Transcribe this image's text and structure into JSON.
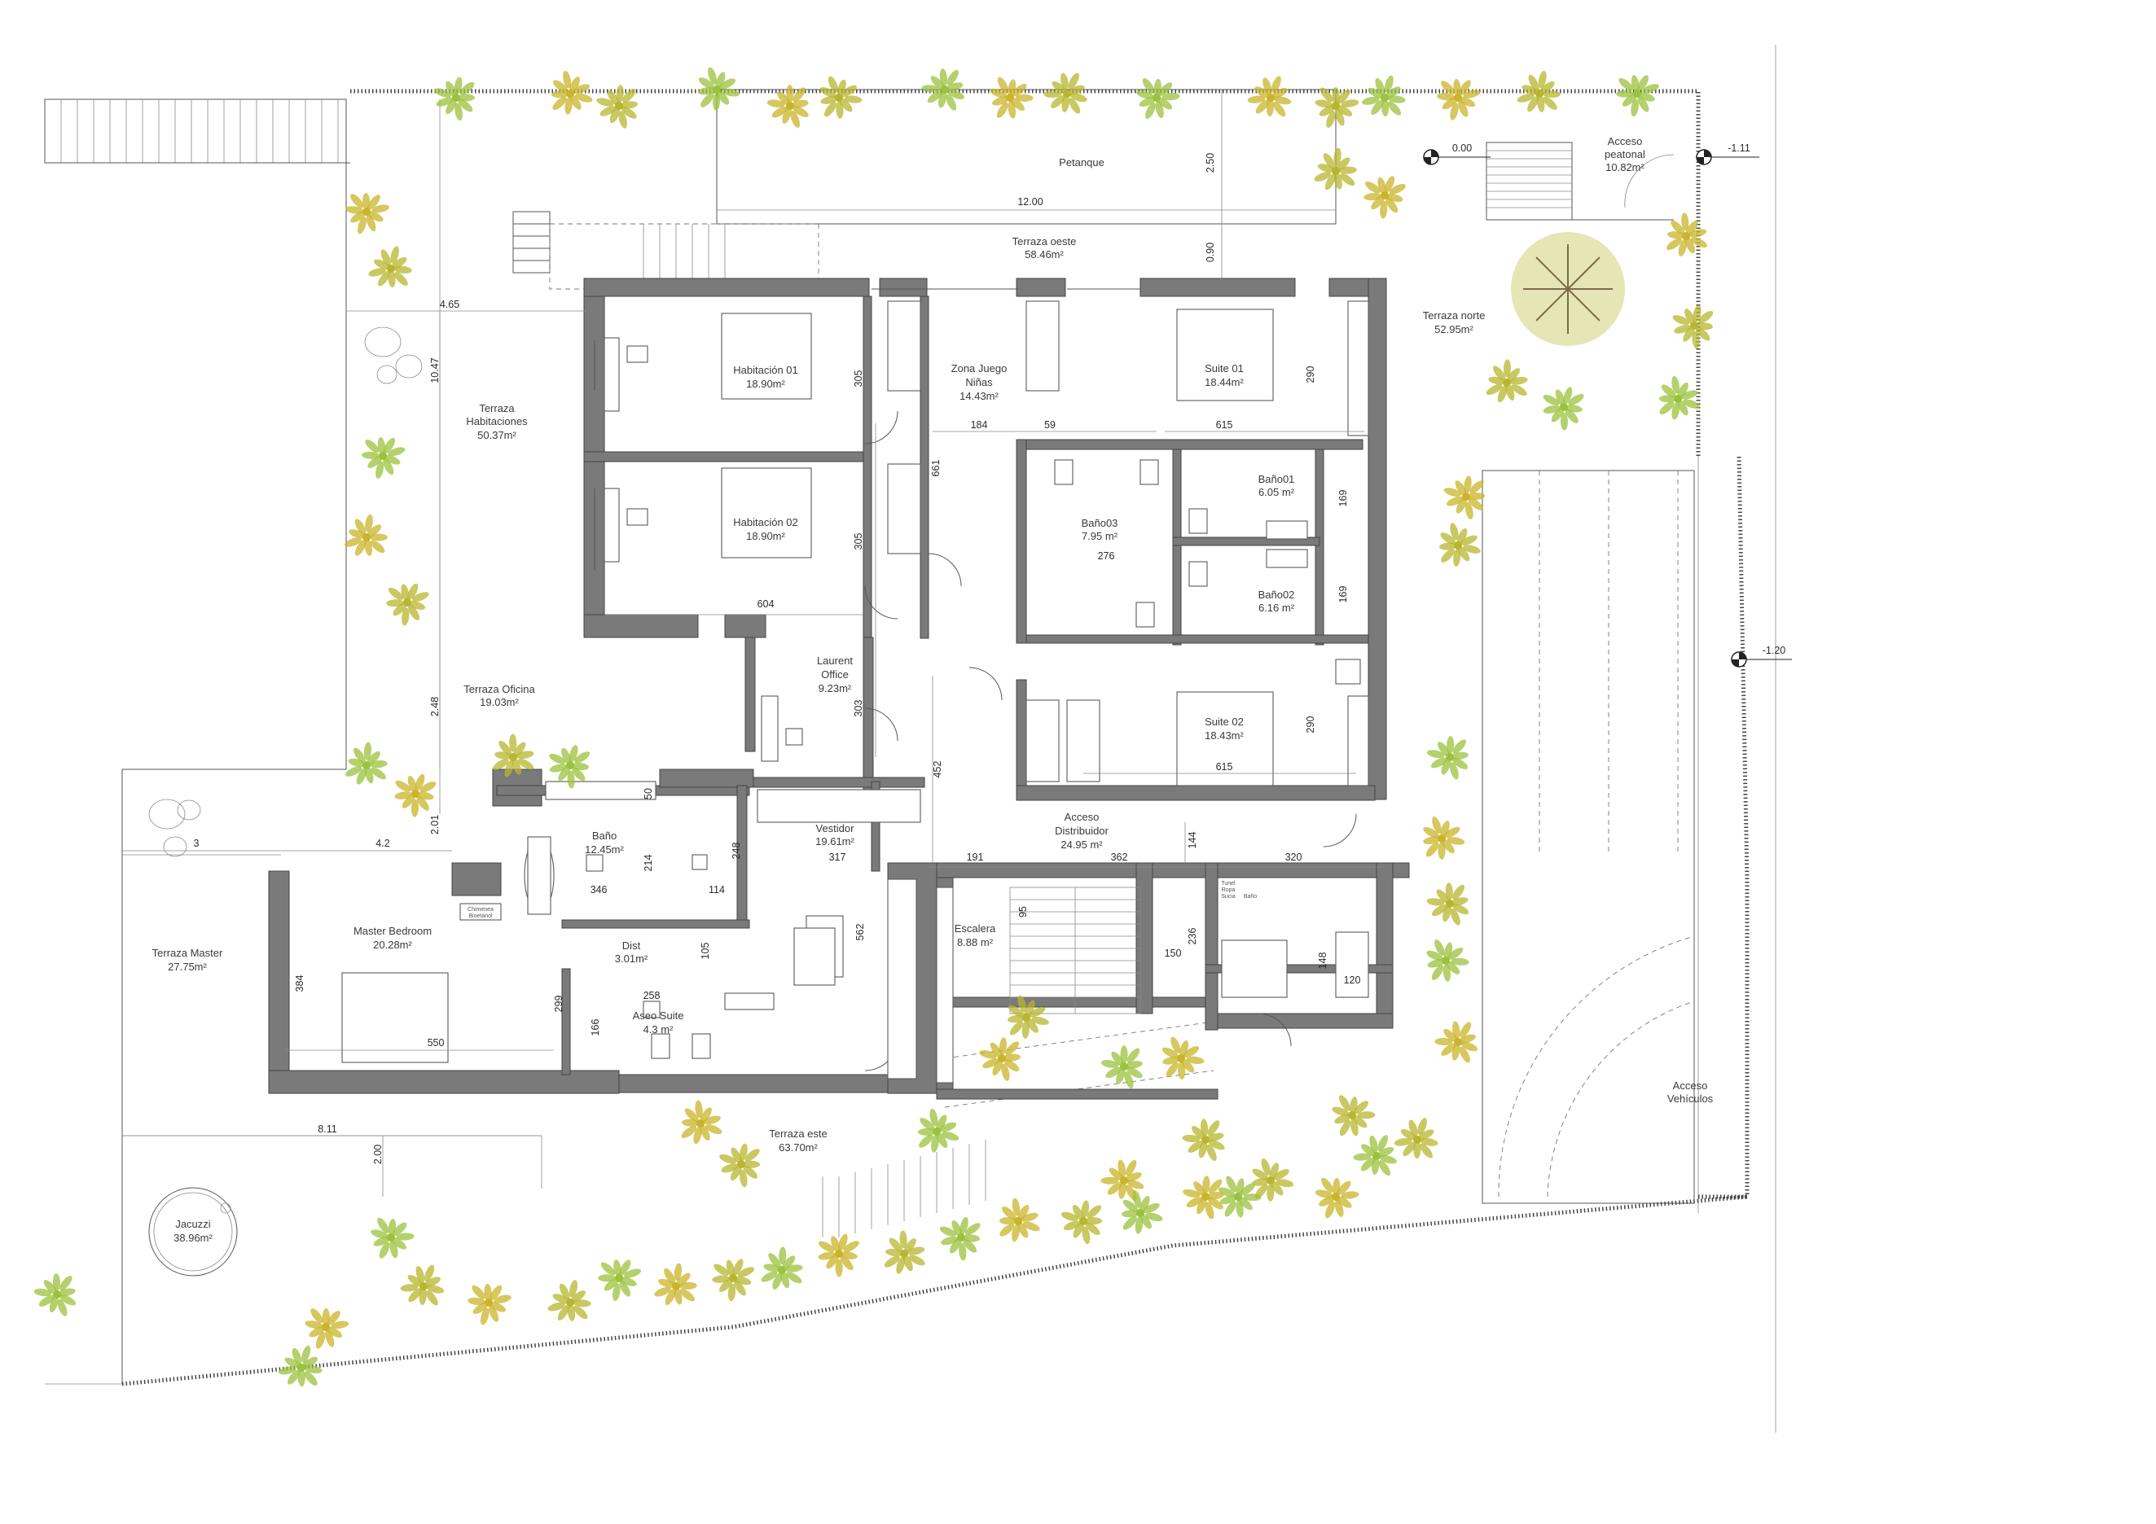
{
  "colors": {
    "wall": "#707070",
    "wall_dark": "#555555",
    "plant_yellow": "#c9b42a",
    "plant_green": "#9bc23c",
    "plant_olive": "#b8b52e",
    "tree_trunk": "#7a6a4a",
    "line": "#555555"
  },
  "rooms": [
    {
      "name": "Habitación 01",
      "area": "18.90m²"
    },
    {
      "name": "Habitación 02",
      "area": "18.90m²"
    },
    {
      "name": "Zona Juego",
      "name2": "Niñas",
      "area": "14.43m²"
    },
    {
      "name": "Suite 01",
      "area": "18.44m²"
    },
    {
      "name": "Baño01",
      "area": "6.05  m²"
    },
    {
      "name": "Baño02",
      "area": "6.16  m²"
    },
    {
      "name": "Baño03",
      "area": "7.95  m²"
    },
    {
      "name": "Laurent",
      "name2": "Office",
      "area": "9.23m²"
    },
    {
      "name": "Suite 02",
      "area": "18.43m²"
    },
    {
      "name": "Baño",
      "area": "12.45m²"
    },
    {
      "name": "Vestidor",
      "area": "19.61m²"
    },
    {
      "name": "Acceso",
      "name2": "Distribuidor",
      "area": "24.95  m²"
    },
    {
      "name": "Master Bedroom",
      "area": "20.28m²"
    },
    {
      "name": "Dist",
      "area": "3.01m²"
    },
    {
      "name": "Aseo Suite",
      "area": "4.3  m²"
    },
    {
      "name": "Escalera",
      "area": "8.88  m²"
    }
  ],
  "exterior": [
    {
      "name": "Petanque",
      "area": ""
    },
    {
      "name": "Terraza oeste",
      "area": "58.46m²"
    },
    {
      "name": "Terraza",
      "name2": "Habitaciones",
      "area": "50.37m²"
    },
    {
      "name": "Terraza Oficina",
      "area": "19.03m²"
    },
    {
      "name": "Terraza Master",
      "area": "27.75m²"
    },
    {
      "name": "Terraza este",
      "area": "63.70m²"
    },
    {
      "name": "Jacuzzi",
      "area": "38.96m²"
    },
    {
      "name": "Terraza norte",
      "area": "52.95m²"
    },
    {
      "name": "Acceso",
      "name2": "peatonal",
      "area": "10.82m²"
    },
    {
      "name": "Acceso",
      "name2": "Vehículos",
      "area": ""
    }
  ],
  "small_labels": {
    "chimenea1": "Chimenea",
    "chimenea2": "Bioetanol",
    "tunel1": "Tunel",
    "tunel2": "Ropa",
    "tunel3": "Sucia",
    "tunel4": "Baño"
  },
  "dimensions": {
    "d_12_00": "12.00",
    "d_2_50": "2.50",
    "d_0_90": "0.90",
    "d_4_65": "4.65",
    "d_10_47": "10.47",
    "d_305a": "305",
    "d_305b": "305",
    "d_184": "184",
    "d_59": "59",
    "d_615a": "615",
    "d_290a": "290",
    "d_661": "661",
    "d_169a": "169",
    "d_169b": "169",
    "d_276": "276",
    "d_604": "604",
    "d_303": "303",
    "d_290b": "290",
    "d_615b": "615",
    "d_452": "452",
    "d_2_48": "2.48",
    "d_2_01": "2.01",
    "d_3": "3",
    "d_4_2": "4.2",
    "d_50": "50",
    "d_214": "214",
    "d_248": "248",
    "d_346": "346",
    "d_114": "114",
    "d_317": "317",
    "d_191": "191",
    "d_362": "362",
    "d_144": "144",
    "d_320": "320",
    "d_95": "95",
    "d_236": "236",
    "d_150": "150",
    "d_148": "148",
    "d_120": "120",
    "d_562": "562",
    "d_105": "105",
    "d_384": "384",
    "d_299": "299",
    "d_258": "258",
    "d_166": "166",
    "d_550": "550",
    "d_8_11": "8.11",
    "d_2_00": "2.00"
  },
  "levels": {
    "lv_0_00": "0.00",
    "lv_m1_11": "-1.11",
    "lv_m1_20": "-1.20"
  }
}
